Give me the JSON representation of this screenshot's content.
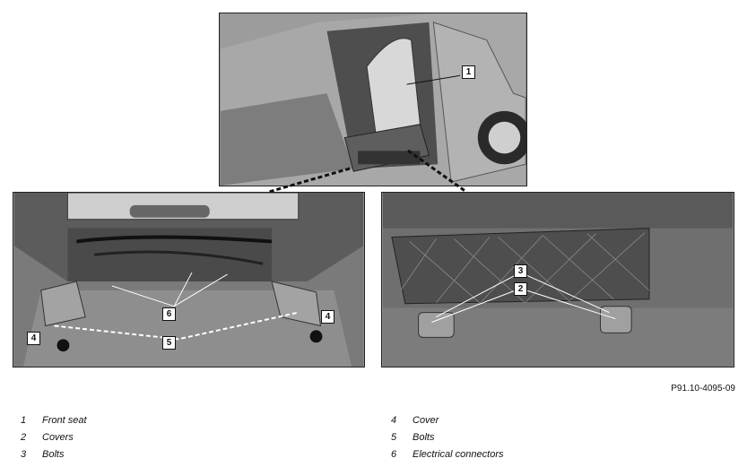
{
  "figure_id": "P91.10-4095-09",
  "legend": [
    {
      "num": "1",
      "label": "Front seat"
    },
    {
      "num": "2",
      "label": "Covers"
    },
    {
      "num": "3",
      "label": "Bolts"
    },
    {
      "num": "4",
      "label": "Cover"
    },
    {
      "num": "5",
      "label": "Bolts"
    },
    {
      "num": "6",
      "label": "Electrical connectors"
    }
  ],
  "callouts": {
    "top": [
      "1"
    ],
    "left": [
      "6",
      "4",
      "4",
      "5"
    ],
    "right": [
      "3",
      "2"
    ]
  }
}
